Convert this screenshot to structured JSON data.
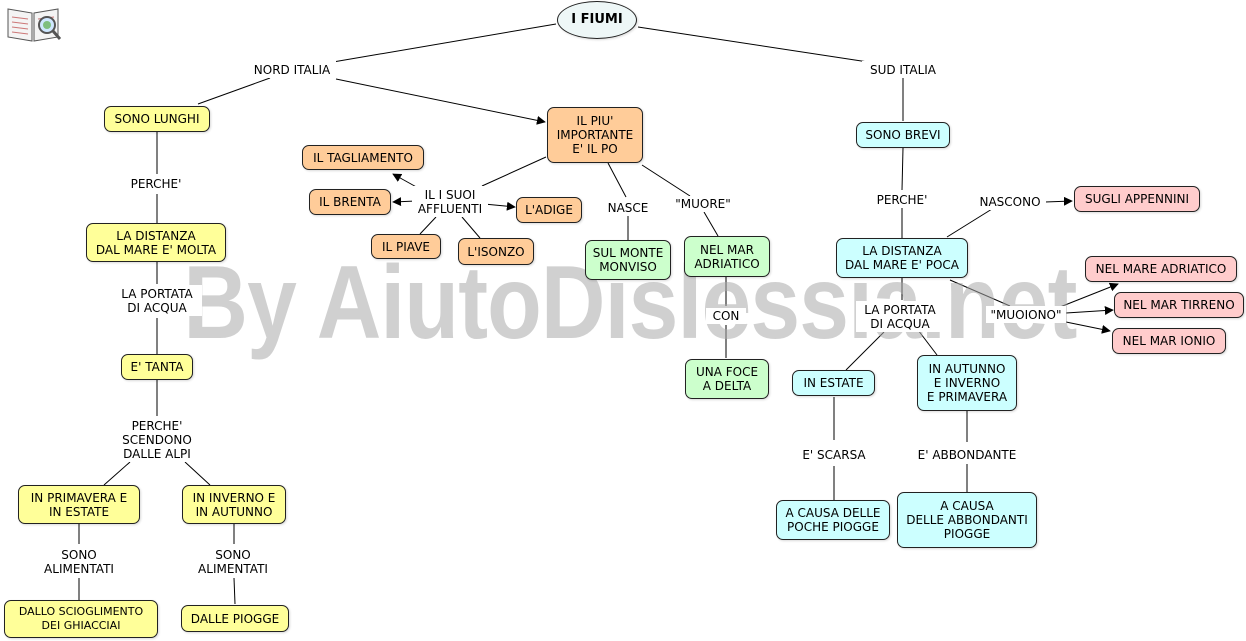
{
  "title": "I FIUMI",
  "watermark": "By AiutoDislessia.net",
  "logo_icon": "book-magnifier-icon",
  "labels": {
    "nord_italia": "NORD ITALIA",
    "sud_italia": "SUD ITALIA",
    "perche_1": "PERCHE'",
    "portata_1": "LA PORTATA\nDI ACQUA",
    "perche_scendono": "PERCHE'\nSCENDONO\nDALLE ALPI",
    "sono_alimentati_1": "SONO\nALIMENTATI",
    "sono_alimentati_2": "SONO\nALIMENTATI",
    "affluenti": "IL I SUOI\nAFFLUENTI",
    "nasce": "NASCE",
    "muore_1": "\"MUORE\"",
    "con": "CON",
    "perche_2": "PERCHE'",
    "nascono": "NASCONO",
    "portata_2": "LA PORTATA\nDI ACQUA",
    "muoiono": "\"MUOIONO\"",
    "scarsa": "E' SCARSA",
    "abbondante": "E' ABBONDANTE"
  },
  "nodes": {
    "sono_lunghi": "SONO LUNGHI",
    "distanza_molta": "LA DISTANZA\nDAL MARE E' MOLTA",
    "e_tanta": "E' TANTA",
    "primavera_estate": "IN PRIMAVERA E\nIN ESTATE",
    "inverno_autunno_nord": "IN INVERNO E\nIN AUTUNNO",
    "scioglimento": "DALLO SCIOGLIMENTO\nDEI GHIACCIAI",
    "dalle_piogge": "DALLE PIOGGE",
    "il_po": "IL  PIU'\nIMPORTANTE\nE' IL PO",
    "tagliamento": "IL TAGLIAMENTO",
    "brenta": "IL BRENTA",
    "adige": "L'ADIGE",
    "piave": "IL PIAVE",
    "isonzo": "L'ISONZO",
    "monviso": "SUL MONTE\nMONVISO",
    "mar_adriatico": "NEL MAR\nADRIATICO",
    "foce_delta": "UNA FOCE\nA DELTA",
    "sono_brevi": "SONO BREVI",
    "distanza_poca": "LA DISTANZA\nDAL MARE E' POCA",
    "appennini": "SUGLI APPENNINI",
    "nel_mare_adriatico": "NEL MARE ADRIATICO",
    "tirreno": "NEL MAR TIRRENO",
    "ionio": "NEL MAR IONIO",
    "in_estate": "IN ESTATE",
    "autunno_inverno_primavera": "IN AUTUNNO\nE INVERNO\nE PRIMAVERA",
    "poche_piogge": "A CAUSA DELLE\nPOCHE PIOGGE",
    "abbondanti_piogge": "A CAUSA\nDELLE ABBONDANTI\nPIOGGE"
  }
}
